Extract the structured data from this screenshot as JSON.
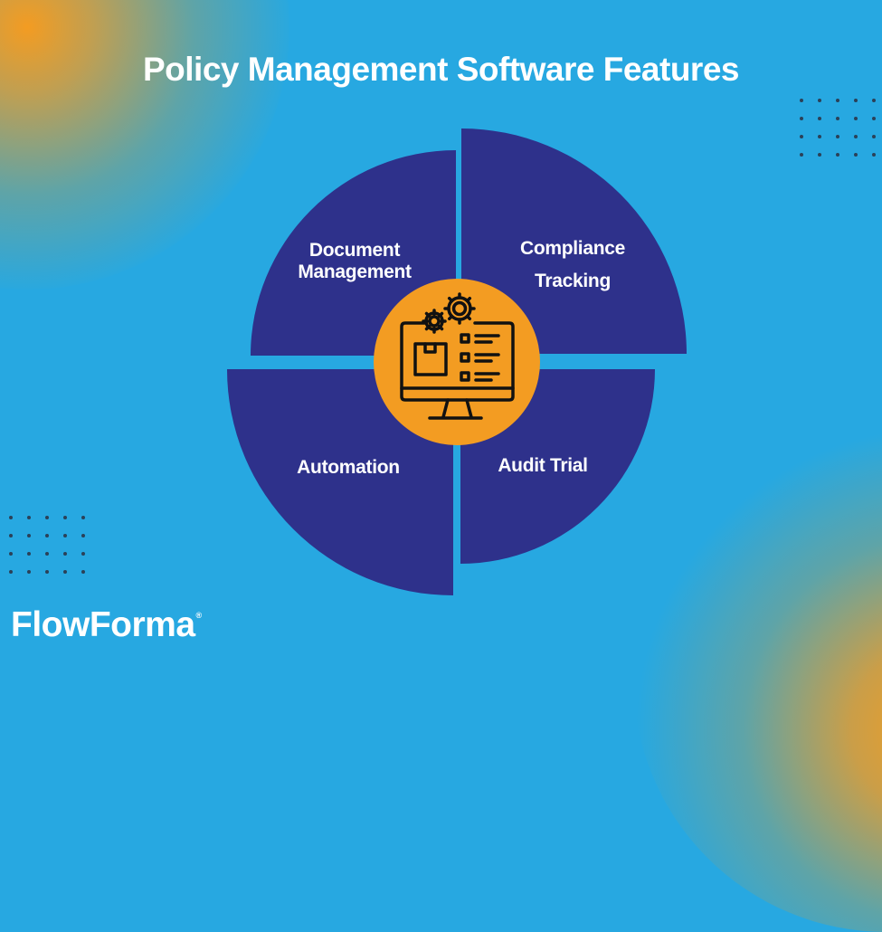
{
  "title": "Policy Management Software Features",
  "colors": {
    "background": "#27a8e1",
    "accent_orange": "#f39c22",
    "segment_navy": "#2e318b",
    "text": "#ffffff"
  },
  "center_icon": "computer-gears-checklist-icon",
  "segments": [
    {
      "position": "top-left",
      "label_line1": "Document",
      "label_line2": "Management"
    },
    {
      "position": "top-right",
      "label_line1": "Compliance",
      "label_line2": "Tracking"
    },
    {
      "position": "bottom-left",
      "label_line1": "Automation"
    },
    {
      "position": "bottom-right",
      "label_line1": "Audit Trial"
    }
  ],
  "logo": {
    "text": "FlowForma",
    "mark": "®"
  }
}
